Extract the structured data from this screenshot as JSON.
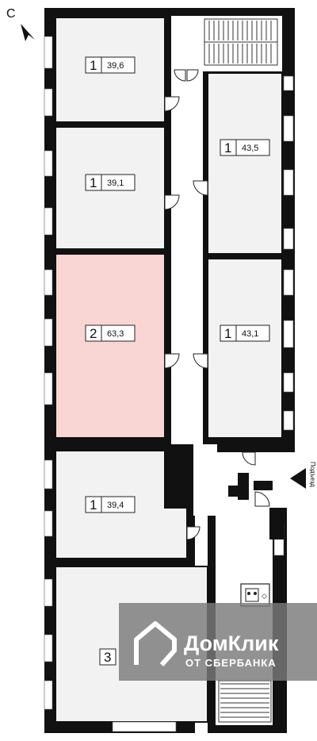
{
  "compass": {
    "letter": "С",
    "icon": "north-arrow-icon"
  },
  "entrance": {
    "label": "Подъезд",
    "icon": "entrance-triangle-icon"
  },
  "apartments": [
    {
      "id": "apt-a",
      "rooms": "1",
      "area": "39,6",
      "highlighted": false
    },
    {
      "id": "apt-b",
      "rooms": "1",
      "area": "39,1",
      "highlighted": false
    },
    {
      "id": "apt-c",
      "rooms": "2",
      "area": "63,3",
      "highlighted": true
    },
    {
      "id": "apt-d",
      "rooms": "1",
      "area": "43,5",
      "highlighted": false
    },
    {
      "id": "apt-e",
      "rooms": "1",
      "area": "43,1",
      "highlighted": false
    },
    {
      "id": "apt-f",
      "rooms": "1",
      "area": "39,4",
      "highlighted": false
    },
    {
      "id": "apt-g",
      "rooms": "3",
      "area": "",
      "highlighted": false
    }
  ],
  "watermark": {
    "brand": "ДомКлик",
    "subtitle": "ОТ СБЕРБАНКА"
  },
  "colors": {
    "wall": "#111111",
    "room_fill": "#f2f2f2",
    "highlight_fill": "#f9d6d3",
    "watermark_bg": "#7a7a7a"
  }
}
